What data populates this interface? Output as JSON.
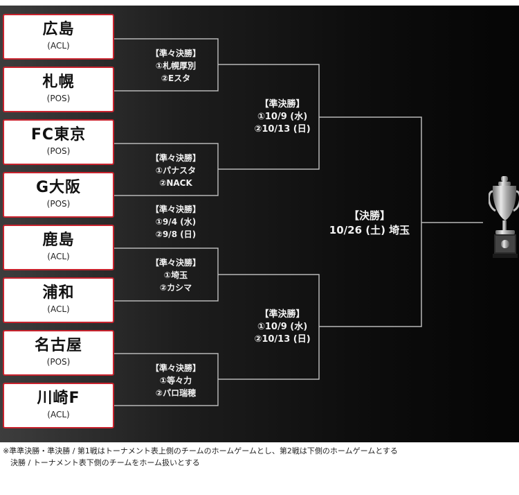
{
  "teams": [
    {
      "name": "広島",
      "tag": "(ACL)"
    },
    {
      "name": "札幌",
      "tag": "(POS)"
    },
    {
      "name": "FC東京",
      "tag": "(POS)"
    },
    {
      "name": "G大阪",
      "tag": "(POS)"
    },
    {
      "name": "鹿島",
      "tag": "(ACL)"
    },
    {
      "name": "浦和",
      "tag": "(ACL)"
    },
    {
      "name": "名古屋",
      "tag": "(POS)"
    },
    {
      "name": "川崎F",
      "tag": "(ACL)"
    }
  ],
  "quarterfinals": [
    {
      "label": "【準々決勝】",
      "leg1": "①札幌厚別",
      "leg2": "②Eスタ"
    },
    {
      "label": "【準々決勝】",
      "leg1": "①パナスタ",
      "leg2": "②NACK"
    },
    {
      "label": "【準々決勝】",
      "leg1": "①埼玉",
      "leg2": "②カシマ"
    },
    {
      "label": "【準々決勝】",
      "leg1": "①等々力",
      "leg2": "②パロ瑞穂"
    }
  ],
  "qf_dates": {
    "label": "【準々決勝】",
    "leg1": "①9/4 (水)",
    "leg2": "②9/8 (日)"
  },
  "semifinals": [
    {
      "label": "【準決勝】",
      "leg1": "①10/9 (水)",
      "leg2": "②10/13 (日)"
    },
    {
      "label": "【準決勝】",
      "leg1": "①10/9 (水)",
      "leg2": "②10/13 (日)"
    }
  ],
  "final": {
    "label": "【決勝】",
    "detail": "10/26 (土) 埼玉"
  },
  "footnote": {
    "line1": "※準準決勝・準決勝 / 第1戦はトーナメント表上側のチームのホームゲームとし、第2戦は下側のホームゲームとする",
    "line2": "決勝 / トーナメント表下側のチームをホーム扱いとする"
  },
  "colors": {
    "team_border": "#c8222d",
    "line": "#b8b8b8",
    "text": "#f2f2f2"
  }
}
